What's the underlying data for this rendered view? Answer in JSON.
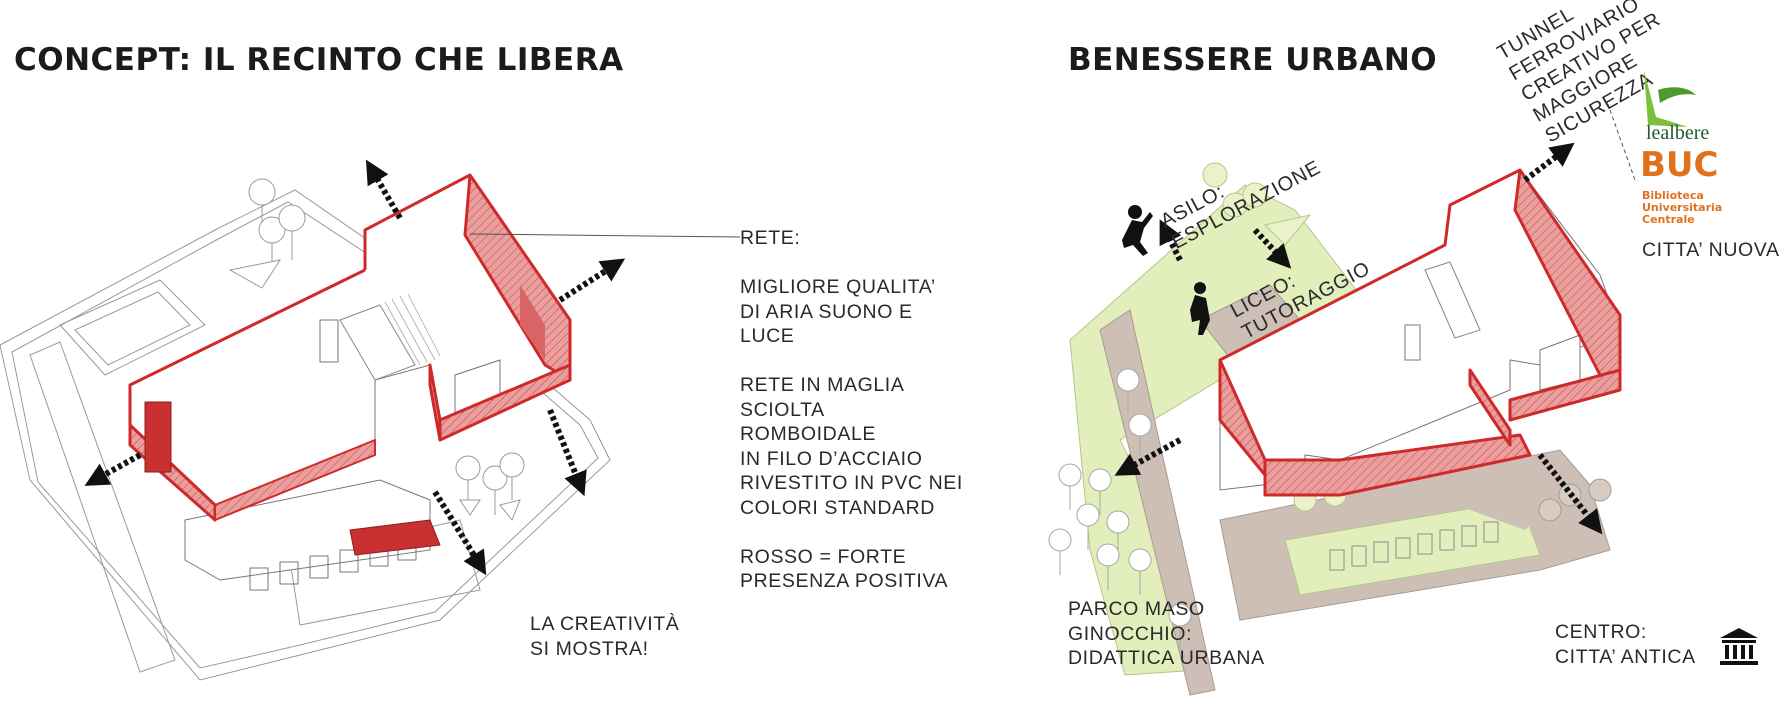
{
  "left_panel": {
    "title": "CONCEPT: IL RECINTO CHE LIBERA",
    "creativity_note": [
      "LA CREATIVITÀ",
      "SI MOSTRA!"
    ]
  },
  "net_note": {
    "lines": [
      "RETE:",
      "",
      "MIGLIORE QUALITA’",
      "DI ARIA SUONO E",
      "LUCE",
      "",
      "RETE IN MAGLIA",
      "SCIOLTA",
      "ROMBOIDALE",
      "IN FILO D’ACCIAIO",
      "RIVESTITO IN PVC NEI",
      "COLORI STANDARD",
      "",
      "ROSSO = FORTE",
      "PRESENZA POSITIVA"
    ]
  },
  "right_panel": {
    "title": "BENESSERE URBANO",
    "asilo": [
      "ASILO:",
      "ESPLORAZIONE"
    ],
    "liceo": [
      "LICEO:",
      "TUTORAGGIO"
    ],
    "tunnel": [
      "TUNNEL",
      "FERROVIARIO",
      "CREATIVO PER",
      "MAGGIORE",
      "SICUREZZA"
    ],
    "parco": [
      "PARCO MASO",
      "GINOCCHIO:",
      "DIDATTICA URBANA"
    ],
    "centro": [
      "CENTRO:",
      "CITTA’ ANTICA"
    ],
    "citta_nuova": "CITTA’ NUOVA",
    "logo_lealbere": "lealbere",
    "logo_buc": "BUC",
    "logo_buc_sub": [
      "Biblioteca",
      "Universitaria",
      "Centrale"
    ],
    "icons": {
      "museum": "museum-icon",
      "child": "child-silhouette-icon",
      "logo": "lealbere-logo-icon",
      "arrow": "direction-arrow-icon"
    }
  },
  "colors": {
    "red": "#cf2a2a",
    "red_fill": "#e89a9a",
    "green": "#e2eebb",
    "brown": "#cdbfb5",
    "logo_green": "#7bbf3a",
    "buc_orange": "#e0721e"
  }
}
